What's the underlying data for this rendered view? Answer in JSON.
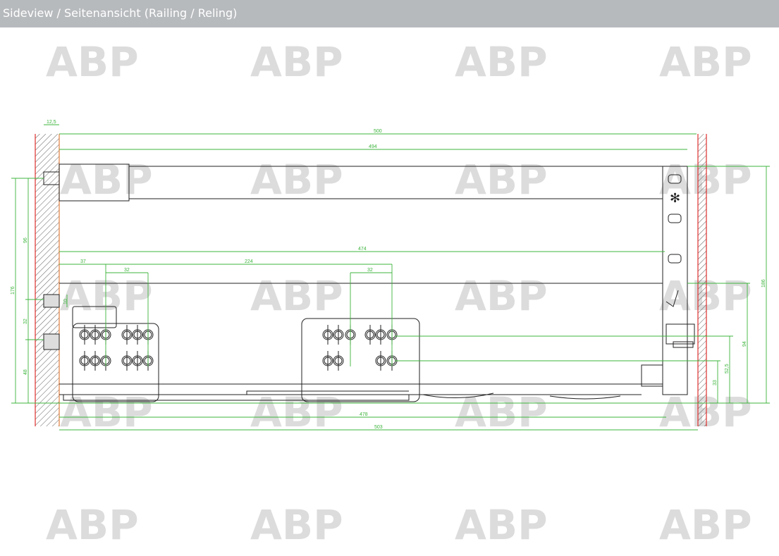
{
  "header": {
    "title": "Sideview / Seitenansicht (Railing / Reling)"
  },
  "watermark": {
    "text": "ABP"
  },
  "dimensions": {
    "top_overall": "500",
    "top_inner": "494",
    "wall_offset": "12,5",
    "inner_length": "474",
    "hole_offset": "37",
    "hole_spacing": "224",
    "hole_pitch_left": "32",
    "hole_pitch_right": "32",
    "bottom_inner": "478",
    "bottom_overall": "503",
    "left_total": "176",
    "left_upper": "96",
    "left_middle": "32",
    "left_lower": "48",
    "left_small": "10",
    "right_total": "186",
    "right_94": "94",
    "right_52_5": "52,5",
    "right_33": "33"
  },
  "colors": {
    "dimension": "#3cb43c",
    "wall": "#e03030",
    "header": "#b7babd"
  }
}
